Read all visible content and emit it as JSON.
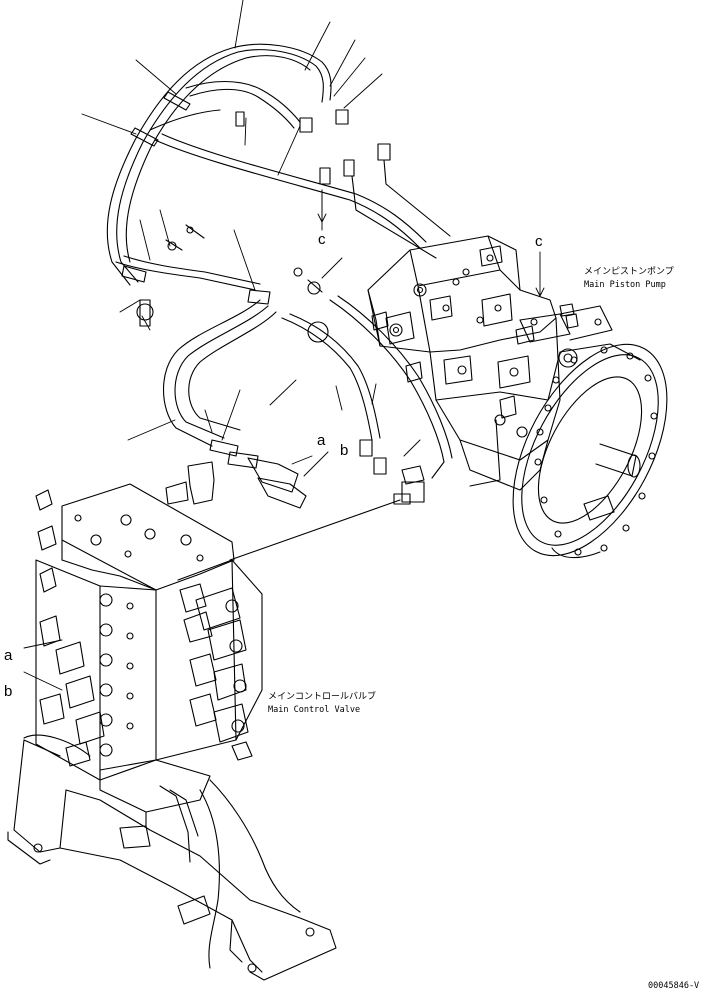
{
  "callouts": {
    "c_upper": "c",
    "c_pump": "c",
    "a_mid": "a",
    "b_mid": "b",
    "a_left": "a",
    "b_left": "b"
  },
  "components": {
    "pump": {
      "name_jp": "メインピストンポンプ",
      "name_en": "Main Piston Pump"
    },
    "valve": {
      "name_jp": "メインコントロールバルブ",
      "name_en": "Main Control Valve"
    }
  },
  "drawing_number": "00045846-V",
  "colors": {
    "ink": "#000000",
    "paper": "#ffffff"
  }
}
